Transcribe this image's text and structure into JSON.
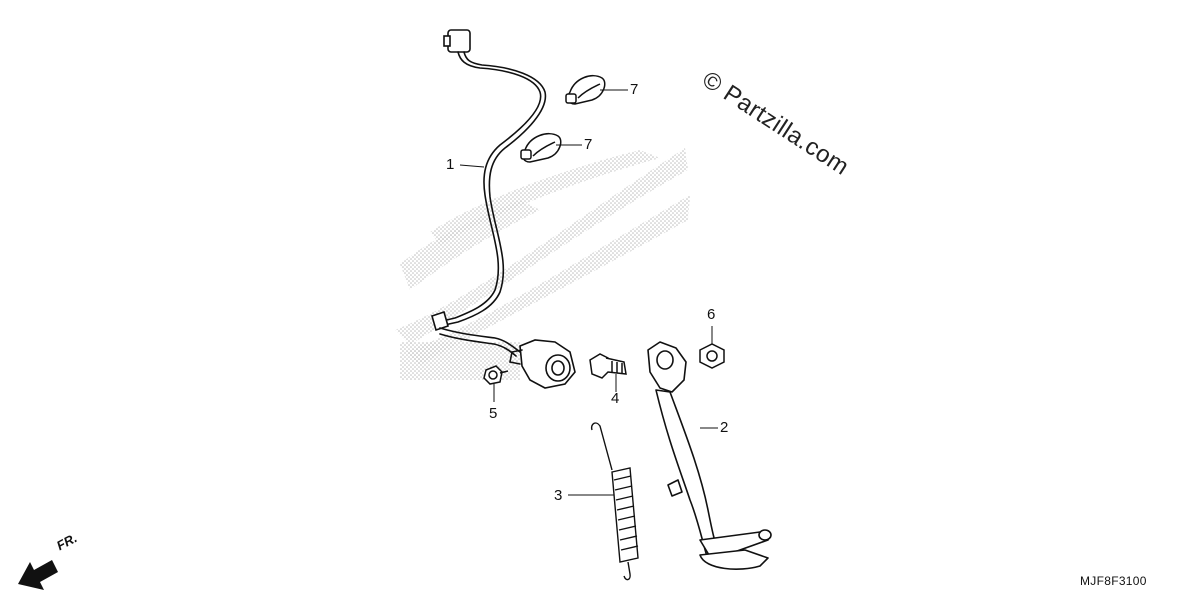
{
  "watermark": "© Partzilla.com",
  "diagram_code": "MJF8F3100",
  "direction_label": "FR.",
  "callouts": [
    {
      "id": "1",
      "label": "1"
    },
    {
      "id": "2",
      "label": "2"
    },
    {
      "id": "3",
      "label": "3"
    },
    {
      "id": "4",
      "label": "4"
    },
    {
      "id": "5",
      "label": "5"
    },
    {
      "id": "6",
      "label": "6"
    },
    {
      "id": "7a",
      "label": "7"
    },
    {
      "id": "7b",
      "label": "7"
    }
  ],
  "colors": {
    "line": "#111111",
    "shade": "#c8c8c8",
    "background": "#ffffff"
  }
}
